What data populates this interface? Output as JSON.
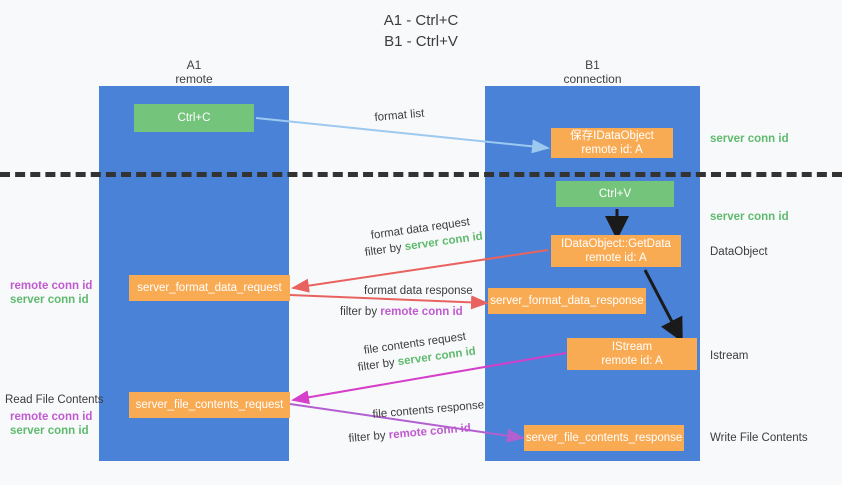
{
  "title": {
    "line1": "A1 - Ctrl+C",
    "line2": "B1 - Ctrl+V"
  },
  "columns": {
    "left": {
      "name": "A1",
      "sub": "remote"
    },
    "right": {
      "name": "B1",
      "sub": "connection"
    }
  },
  "boxes": {
    "ctrl_c": "Ctrl+C",
    "ctrl_v": "Ctrl+V",
    "save_idataobject_l1": "保存IDataObject",
    "save_idataobject_l2": "remote id: A",
    "getdata_l1": "IDataObject::GetData",
    "getdata_l2": "remote id: A",
    "istream_l1": "IStream",
    "istream_l2": "remote id: A",
    "server_format_data_request": "server_format_data_request",
    "server_format_data_response": "server_format_data_response",
    "server_file_contents_request": "server_file_contents_request",
    "server_file_contents_response": "server_file_contents_response"
  },
  "edge_labels": {
    "format_list": "format list",
    "format_data_request": "format data request",
    "format_data_request_filter_prefix": "filter by ",
    "format_data_request_filter_value": "server conn id",
    "format_data_response": "format data response",
    "format_data_response_filter_prefix": "filter by ",
    "format_data_response_filter_value": "remote conn id",
    "file_contents_request": "file contents request",
    "file_contents_request_filter_prefix": "filter by ",
    "file_contents_request_filter_value": "server conn id",
    "file_contents_response": "file contents response",
    "file_contents_response_filter_prefix": "filter by ",
    "file_contents_response_filter_value": "remote conn id"
  },
  "annotations": {
    "right_server_conn_id_top": "server conn id",
    "right_server_conn_id_mid": "server conn id",
    "right_dataobject": "DataObject",
    "right_istream": "Istream",
    "right_write_file_contents": "Write File Contents",
    "left_remote_conn_id_top": "remote conn id",
    "left_server_conn_id_top": "server conn id",
    "left_read_file_contents": "Read File Contents",
    "left_remote_conn_id_bottom": "remote conn id",
    "left_server_conn_id_bottom": "server conn id"
  },
  "colors": {
    "column": "#4a82d8",
    "box_orange": "#f9ab54",
    "box_green": "#74c47c",
    "arrow_lightblue": "#9cc9ef",
    "arrow_red": "#e8635f",
    "arrow_magenta": "#d63fc9",
    "arrow_purple": "#b25fd0",
    "arrow_black": "#1a1a1a",
    "text_green": "#5fba6e",
    "text_purple": "#c05ad0",
    "divider": "#333333"
  }
}
